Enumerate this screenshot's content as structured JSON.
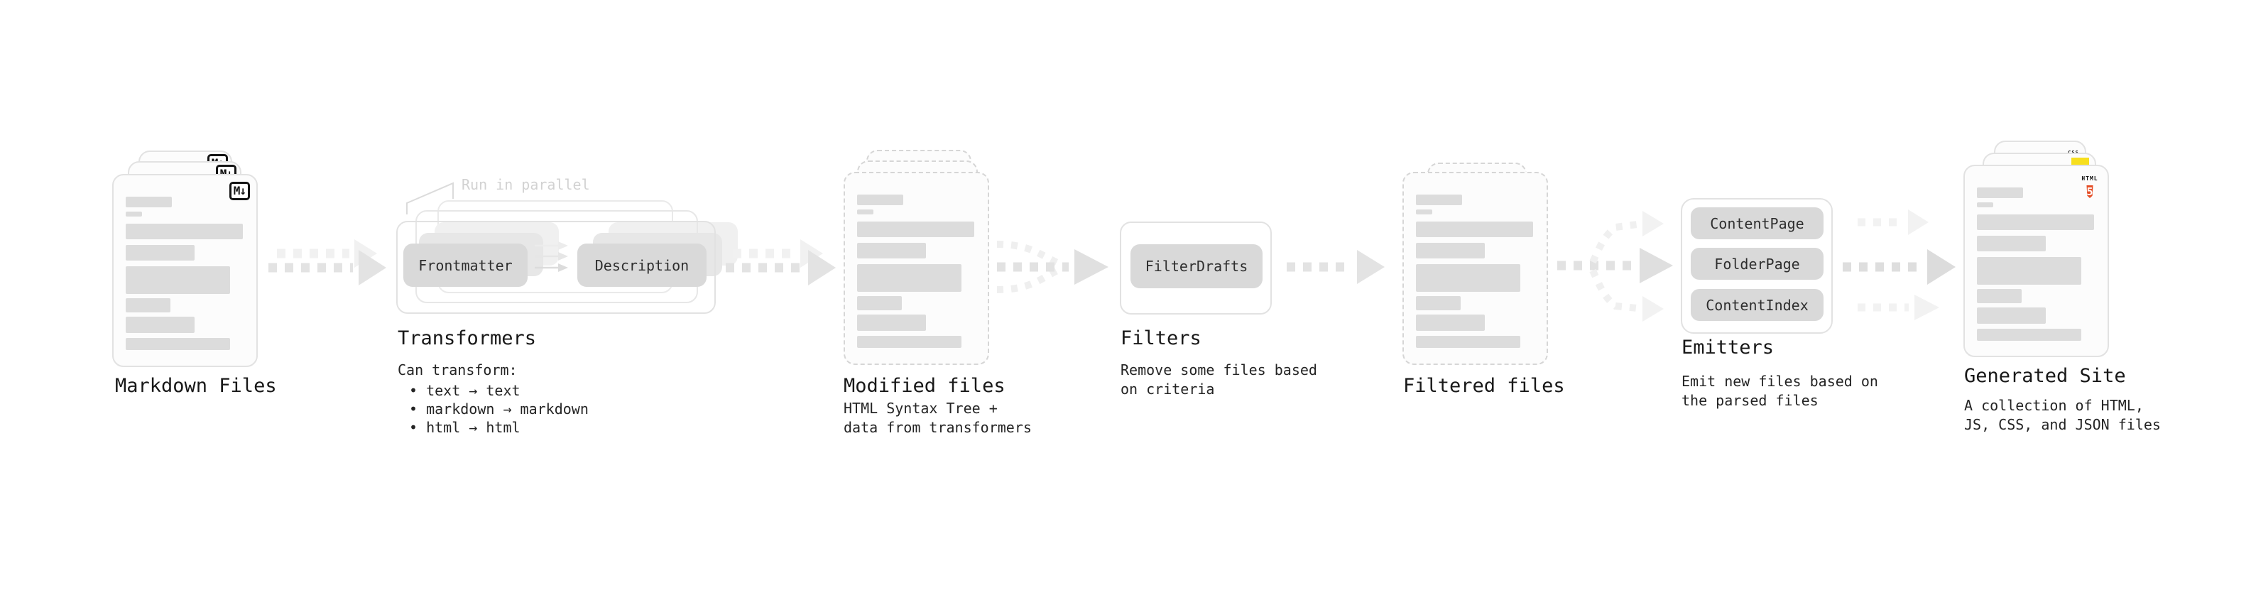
{
  "stages": {
    "markdown": {
      "label": "Markdown Files"
    },
    "transformers": {
      "label": "Transformers",
      "annotation": "Run in parallel",
      "pill_left": "Frontmatter",
      "pill_right": "Description",
      "sub": "Can transform:",
      "bullets": [
        "• text → text",
        "• markdown → markdown",
        "• html → html"
      ]
    },
    "modified": {
      "label": "Modified files",
      "sub": "HTML Syntax Tree +\ndata from transformers"
    },
    "filters": {
      "label": "Filters",
      "pill": "FilterDrafts",
      "sub": "Remove some files based\non criteria"
    },
    "filtered": {
      "label": "Filtered files"
    },
    "emitters": {
      "label": "Emitters",
      "pills": [
        "ContentPage",
        "FolderPage",
        "ContentIndex"
      ],
      "sub": "Emit new files based on\nthe parsed files"
    },
    "site": {
      "label": "Generated Site",
      "sub": "A collection of HTML,\nJS, CSS, and JSON files"
    }
  },
  "icons": {
    "markdown_badge": "M↓",
    "html_badge": "HTML",
    "html_number": "5",
    "css_badge": "CSS"
  },
  "colors": {
    "html_orange": "#e44d26",
    "js_yellow": "#f7df1e",
    "css_blue": "#2965f1",
    "placeholder_gray": "#dcdcdc",
    "pill_gray": "#d9d9d9",
    "arrow_gray": "#e3e3e3"
  }
}
